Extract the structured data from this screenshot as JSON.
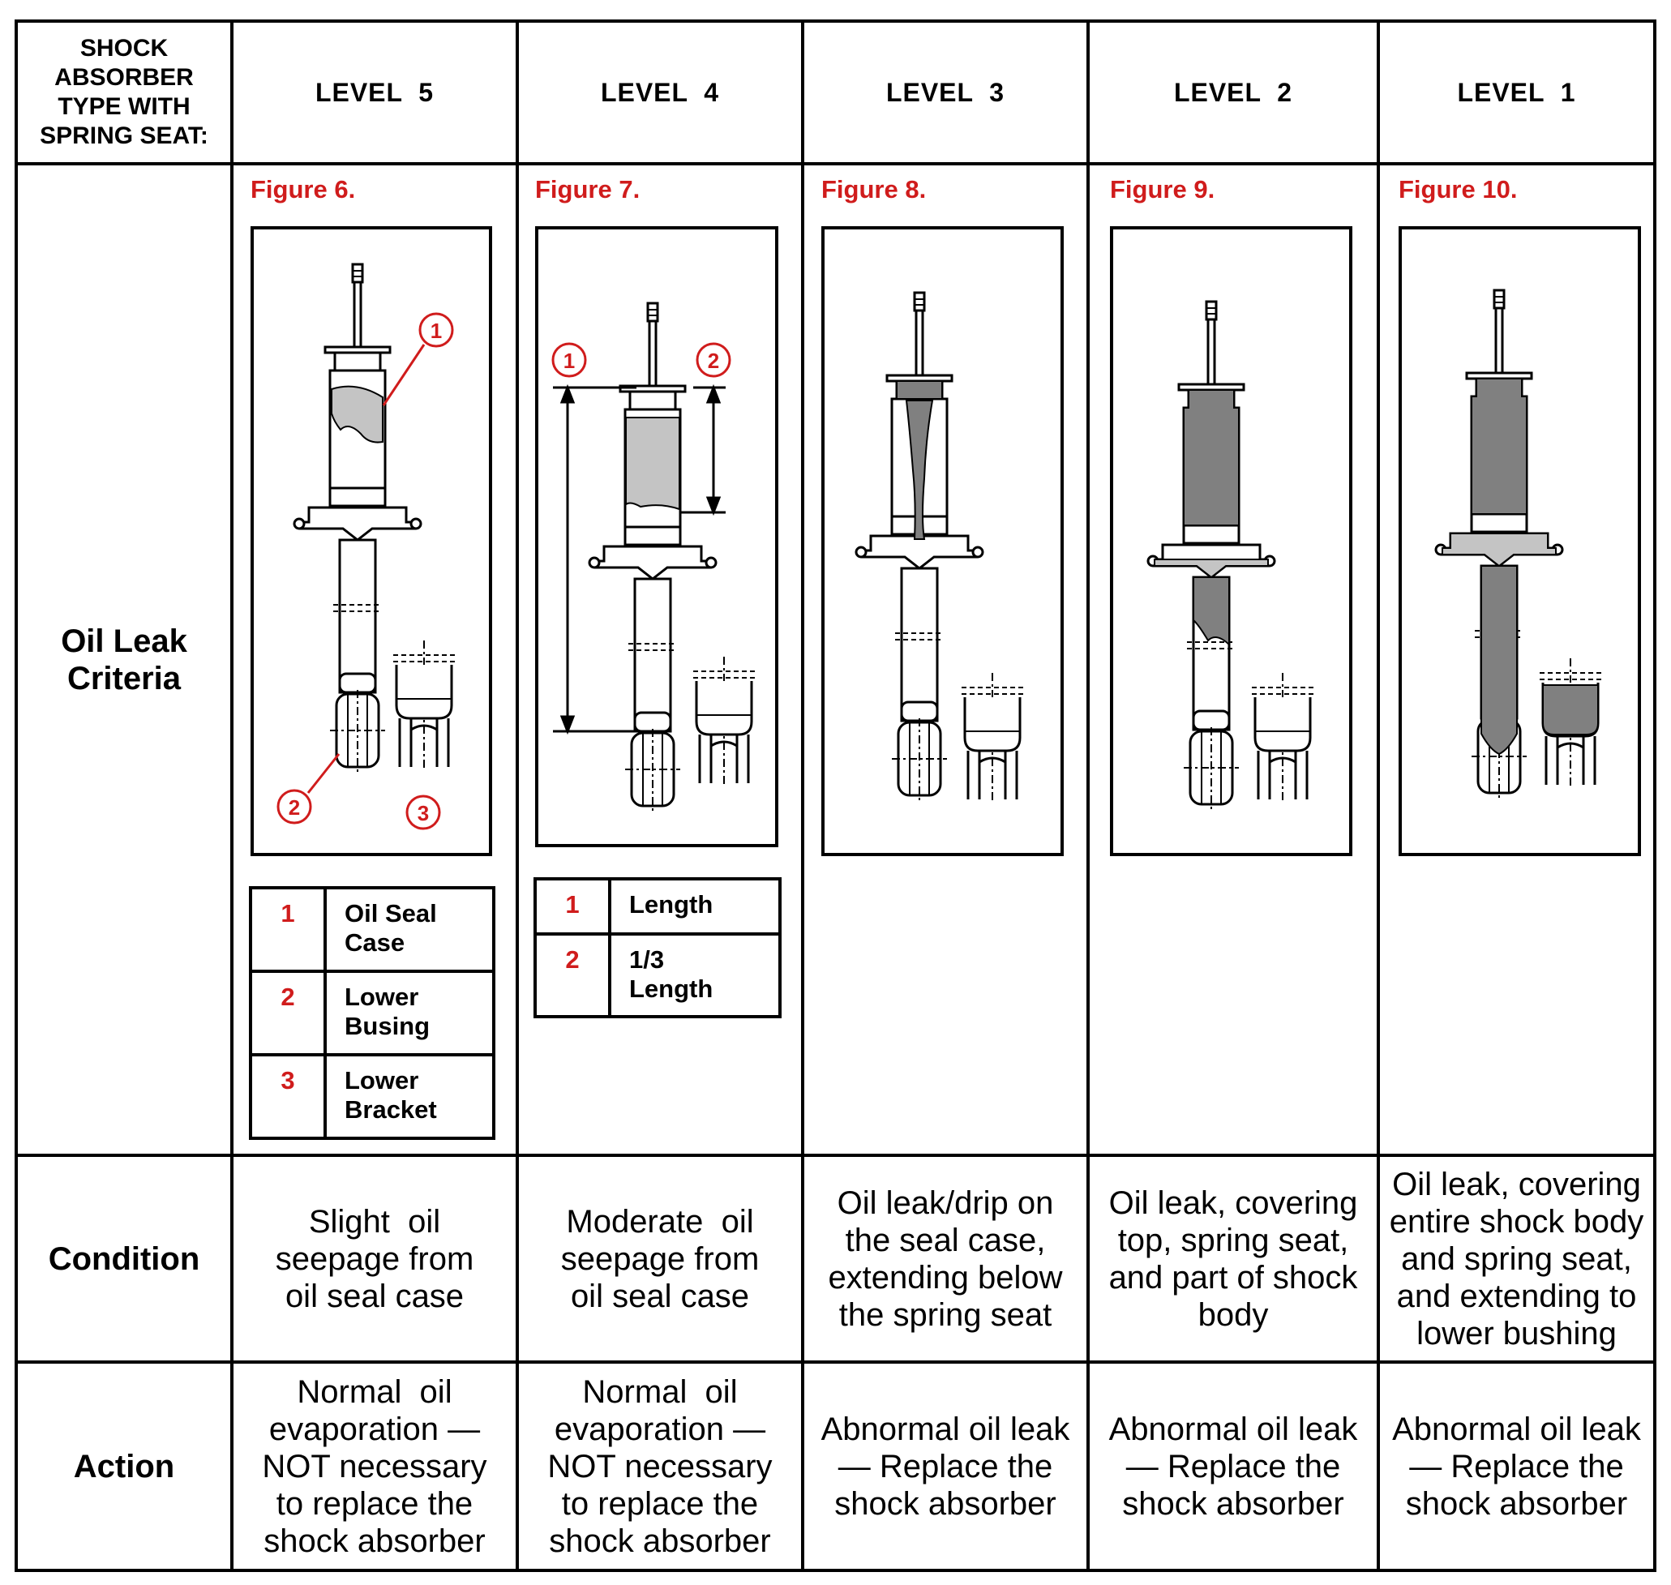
{
  "header": {
    "corner": [
      "SHOCK",
      "ABSORBER",
      "TYPE WITH",
      "SPRING SEAT:"
    ],
    "levels": [
      "LEVEL  5",
      "LEVEL  4",
      "LEVEL  3",
      "LEVEL  2",
      "LEVEL  1"
    ]
  },
  "row_labels": {
    "criteria": [
      "Oil Leak",
      "Criteria"
    ],
    "condition": "Condition",
    "action": "Action"
  },
  "figures": [
    "Figure 6.",
    "Figure 7.",
    "Figure 8.",
    "Figure 9.",
    "Figure 10."
  ],
  "callouts": {
    "fig6": [
      "1",
      "2",
      "3"
    ],
    "fig7": [
      "1",
      "2"
    ]
  },
  "legend_fig6": [
    {
      "num": "1",
      "text": [
        "Oil Seal",
        "Case"
      ]
    },
    {
      "num": "2",
      "text": [
        "Lower",
        "Busing"
      ]
    },
    {
      "num": "3",
      "text": [
        "Lower",
        "Bracket"
      ]
    }
  ],
  "legend_fig7": [
    {
      "num": "1",
      "text": [
        "Length"
      ]
    },
    {
      "num": "2",
      "text": [
        "1/3",
        "Length"
      ]
    }
  ],
  "conditions": [
    [
      "Slight  oil",
      "seepage from",
      "oil seal case"
    ],
    [
      "Moderate  oil",
      "seepage from",
      "oil seal case"
    ],
    [
      "Oil leak/drip on",
      "the seal case,",
      "extending below",
      "the spring seat"
    ],
    [
      "Oil leak, covering",
      "top, spring seat,",
      "and part of shock",
      "body"
    ],
    [
      "Oil leak, covering",
      "entire shock body",
      "and spring seat,",
      "and extending to",
      "lower bushing"
    ]
  ],
  "actions": [
    [
      "Normal  oil",
      "evaporation —",
      "NOT necessary",
      "to replace the",
      "shock absorber"
    ],
    [
      "Normal  oil",
      "evaporation —",
      "NOT necessary",
      "to replace the",
      "shock absorber"
    ],
    [
      "Abnormal oil leak",
      "— Replace the",
      "shock absorber"
    ],
    [
      "Abnormal oil leak",
      "— Replace the",
      "shock absorber"
    ],
    [
      "Abnormal oil leak",
      "— Replace the",
      "shock absorber"
    ]
  ],
  "colors": {
    "accent_red": "#d01c1c",
    "oil_light": "#c4c4c4",
    "oil_dark": "#808080",
    "line": "#000000"
  }
}
